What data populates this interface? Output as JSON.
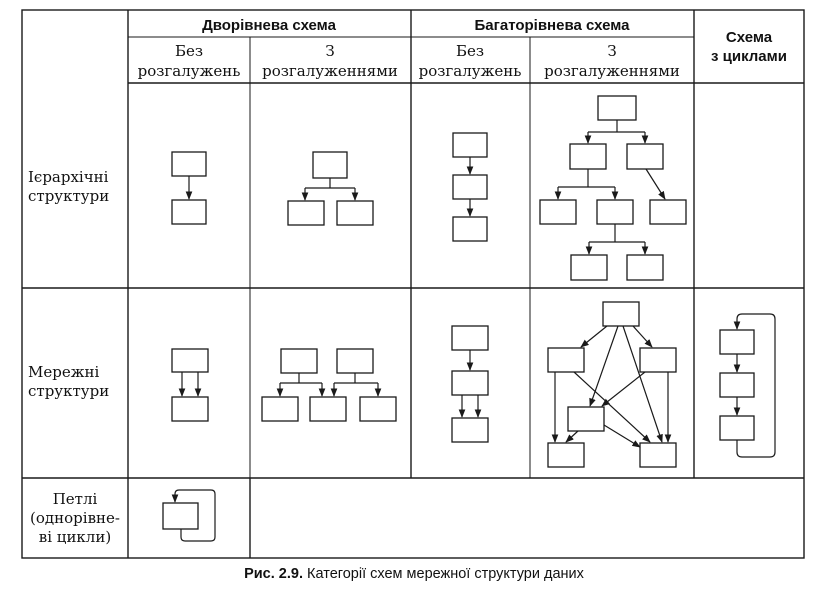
{
  "table": {
    "col_groups": {
      "two_level": "Дворівнева схема",
      "multi_level": "Багаторівнева схема",
      "cyclic_line1": "Схема",
      "cyclic_line2": "з циклами"
    },
    "sub_columns": {
      "two_level_no_branch_1": "Без",
      "two_level_no_branch_2": "розгалужень",
      "two_level_branch_1": "З",
      "two_level_branch_2": "розгалуженнями",
      "multi_level_no_branch_1": "Без",
      "multi_level_no_branch_2": "розгалужень",
      "multi_level_branch_1": "З",
      "multi_level_branch_2": "розгалуженнями"
    },
    "rows": {
      "hier_1": "Ієрархічні",
      "hier_2": "структури",
      "net_1": "Мережні",
      "net_2": "структури",
      "loops_1": "Петлі",
      "loops_2": "(однорівне-",
      "loops_3": "ві цикли)"
    }
  },
  "caption": {
    "label": "Рис. 2.9.",
    "text": "Категорії схем мережної структури даних"
  }
}
